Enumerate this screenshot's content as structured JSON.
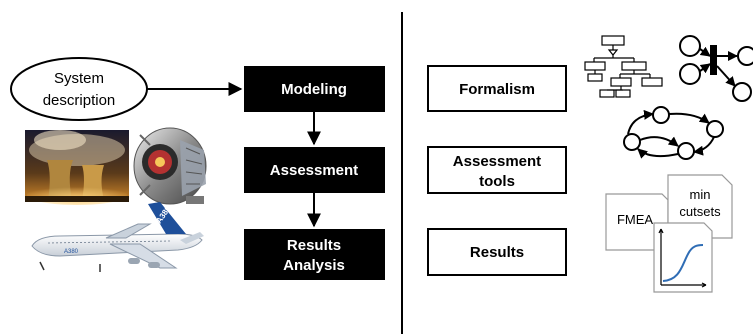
{
  "input": {
    "label_line1": "System",
    "label_line2": "description"
  },
  "process": {
    "modeling": "Modeling",
    "assessment": "Assessment",
    "results_line1": "Results",
    "results_line2": "Analysis"
  },
  "outputs": {
    "formalism": "Formalism",
    "assessment_tools_line1": "Assessment",
    "assessment_tools_line2": "tools",
    "results": "Results"
  },
  "documents": {
    "fmea": "FMEA",
    "min_cutsets_line1": "min",
    "min_cutsets_line2": "cutsets"
  },
  "icons": [
    "power-plant-photo-icon",
    "turbine-engine-photo-icon",
    "airplane-photo-icon",
    "fault-tree-icon",
    "petri-net-icon",
    "markov-chain-icon",
    "curve-chart-icon"
  ],
  "colors": {
    "process_box": "#000000",
    "process_text": "#ffffff",
    "output_border": "#000000",
    "divider": "#000000"
  }
}
